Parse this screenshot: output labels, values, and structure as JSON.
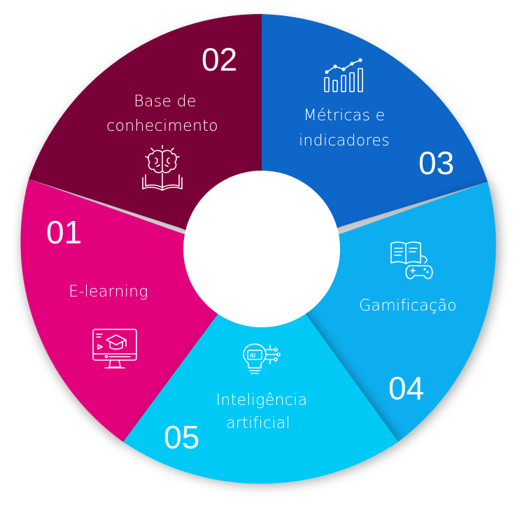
{
  "segments": [
    {
      "number": "01",
      "label_lines": [
        "E-learning"
      ],
      "icon": "e-learning-monitor-icon",
      "color": "#E2007D"
    },
    {
      "number": "02",
      "label_lines": [
        "Base de",
        "conhecimento"
      ],
      "icon": "brain-book-icon",
      "color": "#7A0038"
    },
    {
      "number": "03",
      "label_lines": [
        "Métricas e",
        "indicadores"
      ],
      "icon": "bar-chart-icon",
      "color": "#0A66C8"
    },
    {
      "number": "04",
      "label_lines": [
        "Gamificação"
      ],
      "icon": "book-gamepad-icon",
      "color": "#11AEEF"
    },
    {
      "number": "05",
      "label_lines": [
        "Inteligência",
        "artificial"
      ],
      "icon": "ai-lightbulb-icon",
      "color": "#00C9F5"
    }
  ]
}
